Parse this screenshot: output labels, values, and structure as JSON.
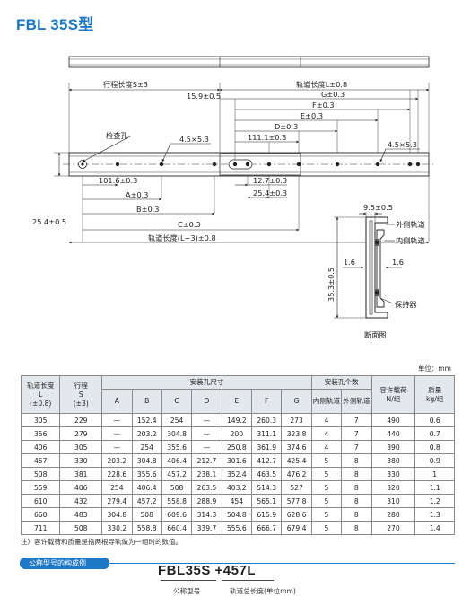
{
  "title": "FBL 35S型",
  "drawing": {
    "labels": {
      "stroke": "行程长度S±3",
      "rail_length": "轨道长度L±0.8",
      "g": "G±0.3",
      "f": "F±0.3",
      "e": "E±0.3",
      "d": "D±0.3",
      "dim_15_9": "15.9±0.5",
      "dim_111_1": "111.1±0.3",
      "inspection_hole": "检查孔",
      "hole_left": "4.5×5.3",
      "hole_right": "4.5×5.3",
      "dim_101_6": "101.6±0.3",
      "a": "A±0.3",
      "b": "B±0.3",
      "c": "C±0.3",
      "dim_12_7": "12.7±0.3",
      "dim_25_4_right": "25.4±0.3",
      "dim_25_4_left": "25.4±0.5",
      "rail_l3": "轨道长度(L−3)±0.8"
    },
    "section": {
      "dim_9_5": "9.5±0.5",
      "outer_rail": "外侧轨道",
      "inner_rail": "内侧轨道",
      "dim_1_6_left": "1.6",
      "dim_1_6_right": "1.6",
      "height": "35.3±0.5",
      "retainer": "保持器",
      "caption": "断面图"
    }
  },
  "unit_note": "单位：mm",
  "table": {
    "head1": {
      "length": "轨道长度",
      "stroke": "行程",
      "holes": "安装孔尺寸",
      "hole_count": "安装孔个数",
      "load": "容许载荷",
      "mass": "质量"
    },
    "head_l_symbol": "L",
    "head_l_tol": "(±0.8)",
    "head_s_symbol": "S",
    "head_s_tol": "(±3)",
    "load_unit": "N/组",
    "mass_unit": "kg/组",
    "hole_cols": [
      "A",
      "B",
      "C",
      "D",
      "E",
      "F",
      "G"
    ],
    "inner_rail": "内侧轨道",
    "outer_rail": "外侧轨道",
    "rows": [
      [
        "305",
        "229",
        "—",
        "152.4",
        "254",
        "—",
        "149.2",
        "260.3",
        "273",
        "4",
        "7",
        "490",
        "0.6"
      ],
      [
        "356",
        "279",
        "—",
        "203.2",
        "304.8",
        "—",
        "200",
        "311.1",
        "323.8",
        "4",
        "7",
        "440",
        "0.7"
      ],
      [
        "406",
        "305",
        "—",
        "254",
        "355.6",
        "—",
        "250.8",
        "361.9",
        "374.6",
        "4",
        "7",
        "390",
        "0.8"
      ],
      [
        "457",
        "330",
        "203.2",
        "304.8",
        "406.4",
        "212.7",
        "301.6",
        "412.7",
        "425.4",
        "5",
        "8",
        "380",
        "0.9"
      ],
      [
        "508",
        "381",
        "228.6",
        "355.6",
        "457.2",
        "238.1",
        "352.4",
        "463.5",
        "476.2",
        "5",
        "8",
        "330",
        "1"
      ],
      [
        "559",
        "406",
        "254",
        "406.4",
        "508",
        "263.5",
        "403.2",
        "514.3",
        "527",
        "5",
        "8",
        "320",
        "1.1"
      ],
      [
        "610",
        "432",
        "279.4",
        "457.2",
        "558.8",
        "288.9",
        "454",
        "565.1",
        "577.8",
        "5",
        "8",
        "310",
        "1.2"
      ],
      [
        "660",
        "483",
        "304.8",
        "508",
        "609.6",
        "314.3",
        "504.8",
        "615.9",
        "628.6",
        "5",
        "8",
        "280",
        "1.3"
      ],
      [
        "711",
        "508",
        "330.2",
        "558.8",
        "660.4",
        "339.7",
        "555.6",
        "666.7",
        "679.4",
        "5",
        "8",
        "270",
        "1.4"
      ]
    ]
  },
  "note": "注）容许载荷和质量是指两根导轨做为一组时的数值。",
  "example": {
    "banner": "公称型号的构成例",
    "model": "FBL35S",
    "length_code": "+457L",
    "model_caption": "公称型号",
    "length_caption": "轨道总长度(单位mm)"
  },
  "colors": {
    "accent": "#1e78c8",
    "header_bg": "#e3e8ec"
  }
}
